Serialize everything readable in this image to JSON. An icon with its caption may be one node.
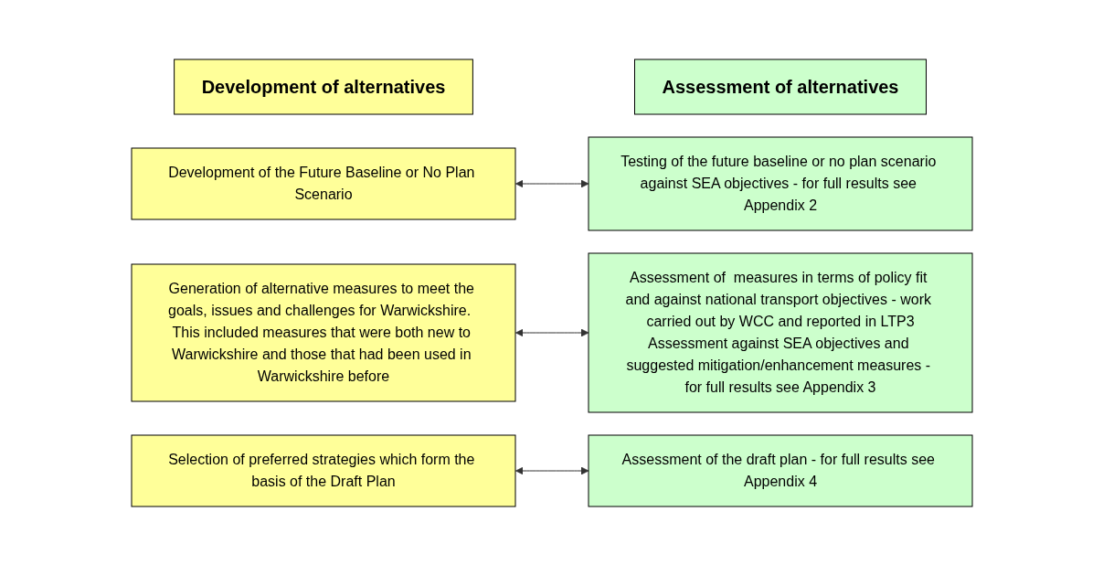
{
  "diagram": {
    "nodes": [
      {
        "text": [
          "Development of alternatives"
        ]
      },
      {
        "text": [
          "Assessment of alternatives"
        ]
      },
      {
        "text": [
          "Development of the Future Baseline or No Plan Scenario"
        ]
      },
      {
        "text": [
          "Testing of the future baseline or no plan scenario against SEA objectives - for full results see Appendix 2"
        ]
      },
      {
        "text": [
          "Generation of alternative measures to meet the goals, issues and challenges for Warwickshire.  This included measures that were both new to Warwickshire and those that had been used in Warwickshire before"
        ]
      },
      {
        "text": [
          "Assessment of  measures in terms of policy fit and against national transport objectives - work carried out by WCC and reported in LTP3",
          "Assessment against SEA objectives and suggested mitigation/enhancement measures - for full results see Appendix 3"
        ]
      },
      {
        "text": [
          "Selection of preferred strategies which form the basis of the Draft Plan"
        ]
      },
      {
        "text": [
          "Assessment of the draft plan - for full results see Appendix 4"
        ]
      }
    ],
    "edges": [
      {
        "from": 2,
        "to": 3,
        "arrow": "both"
      },
      {
        "from": 4,
        "to": 5,
        "arrow": "both"
      },
      {
        "from": 6,
        "to": 7,
        "arrow": "both"
      }
    ]
  }
}
